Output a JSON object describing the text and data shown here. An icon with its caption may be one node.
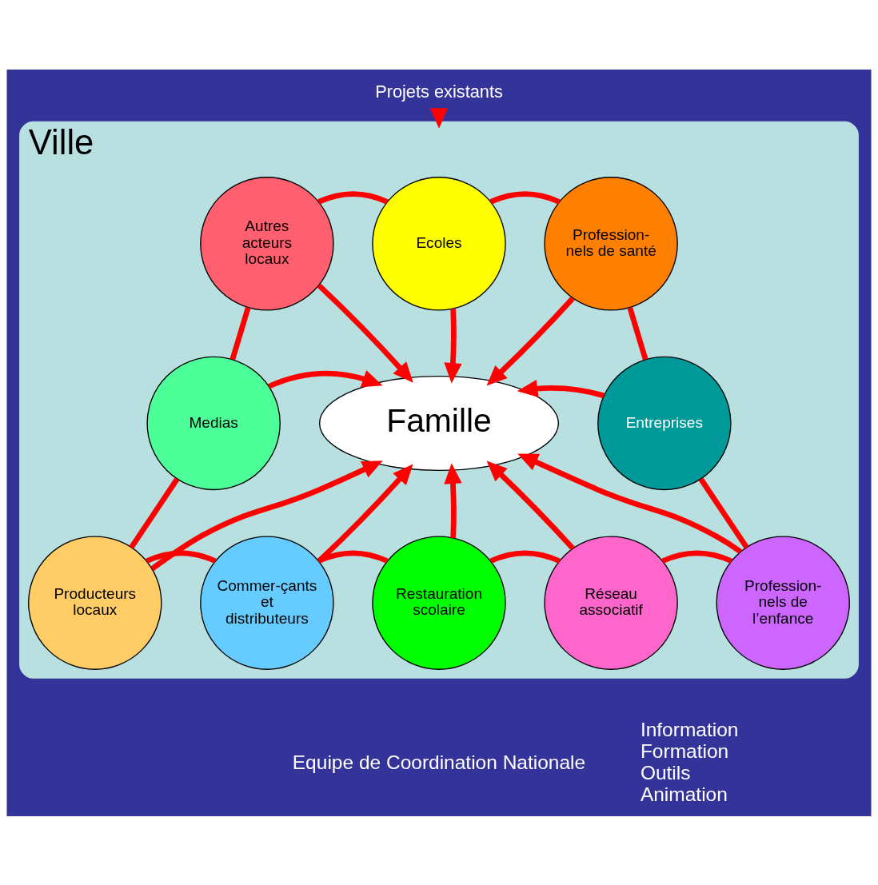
{
  "diagram": {
    "nodes": [
      {
        "text": [
          "Projets existants"
        ]
      },
      {
        "text": [
          "Ville"
        ]
      },
      {
        "text": [
          "Ecoles"
        ],
        "in": 1
      },
      {
        "text": [
          "Profession-nels de santé"
        ],
        "in": 1
      },
      {
        "text": [
          "Entreprises"
        ],
        "in": 1
      },
      {
        "text": [
          "Profession-nels de l’enfance"
        ],
        "in": 1
      },
      {
        "text": [
          "Réseau associatif"
        ],
        "in": 1
      },
      {
        "text": [
          "Restauration scolaire"
        ],
        "in": 1
      },
      {
        "text": [
          "Commer-çants et distributeurs"
        ],
        "in": 1
      },
      {
        "text": [
          "Producteurs locaux"
        ],
        "in": 1
      },
      {
        "text": [
          "Medias"
        ],
        "in": 1
      },
      {
        "text": [
          "Autres acteurs locaux"
        ],
        "in": 1
      },
      {
        "text": [
          "Famille"
        ],
        "in": 1
      }
    ],
    "edges": [
      {
        "from": 0,
        "to": 1,
        "arrow": "to"
      },
      {
        "from": 2,
        "to": 3,
        "arrow": "none"
      },
      {
        "from": 3,
        "to": 4,
        "arrow": "none"
      },
      {
        "from": 4,
        "to": 5,
        "arrow": "none"
      },
      {
        "from": 5,
        "to": 6,
        "arrow": "none"
      },
      {
        "from": 6,
        "to": 7,
        "arrow": "none"
      },
      {
        "from": 7,
        "to": 8,
        "arrow": "none"
      },
      {
        "from": 8,
        "to": 9,
        "arrow": "none"
      },
      {
        "from": 9,
        "to": 10,
        "arrow": "none"
      },
      {
        "from": 10,
        "to": 11,
        "arrow": "none"
      },
      {
        "from": 11,
        "to": 2,
        "arrow": "none"
      },
      {
        "from": 2,
        "to": 12,
        "arrow": "to"
      },
      {
        "from": 3,
        "to": 12,
        "arrow": "to"
      },
      {
        "from": 4,
        "to": 12,
        "arrow": "to"
      },
      {
        "from": 5,
        "to": 12,
        "arrow": "to"
      },
      {
        "from": 6,
        "to": 12,
        "arrow": "to"
      },
      {
        "from": 7,
        "to": 12,
        "arrow": "to"
      },
      {
        "from": 8,
        "to": 12,
        "arrow": "to"
      },
      {
        "from": 9,
        "to": 12,
        "arrow": "to"
      },
      {
        "from": 10,
        "to": 12,
        "arrow": "to"
      },
      {
        "from": 11,
        "to": 12,
        "arrow": "to"
      }
    ],
    "labels": [
      "Equipe de Coordination Nationale",
      "Information",
      "Formation",
      "Outils",
      "Animation"
    ]
  }
}
